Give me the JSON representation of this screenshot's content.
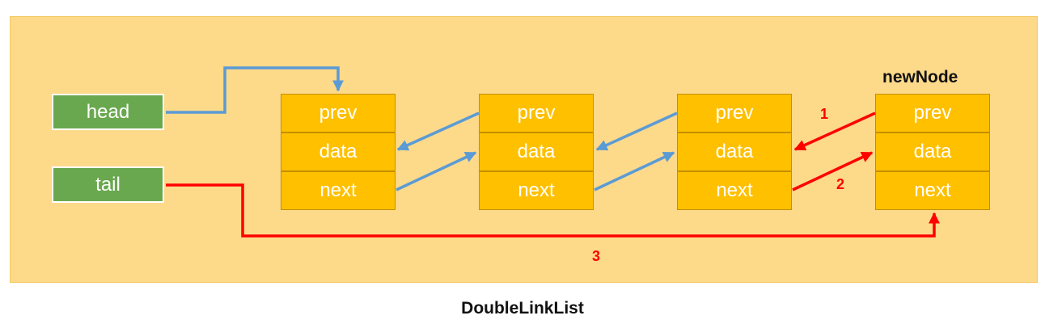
{
  "diagram": {
    "caption": "DoubleLinkList",
    "pointers": {
      "head": "head",
      "tail": "tail"
    },
    "nodes": [
      {
        "fields": [
          "prev",
          "data",
          "next"
        ]
      },
      {
        "fields": [
          "prev",
          "data",
          "next"
        ]
      },
      {
        "fields": [
          "prev",
          "data",
          "next"
        ]
      },
      {
        "title": "newNode",
        "fields": [
          "prev",
          "data",
          "next"
        ]
      }
    ],
    "steps": [
      "1",
      "2",
      "3"
    ]
  },
  "colors": {
    "panel": "#fdd98a",
    "node": "#ffc000",
    "pointer_box": "#6aa84f",
    "link_arrow": "#5b9bd5",
    "new_link_arrow": "#ff0000"
  }
}
